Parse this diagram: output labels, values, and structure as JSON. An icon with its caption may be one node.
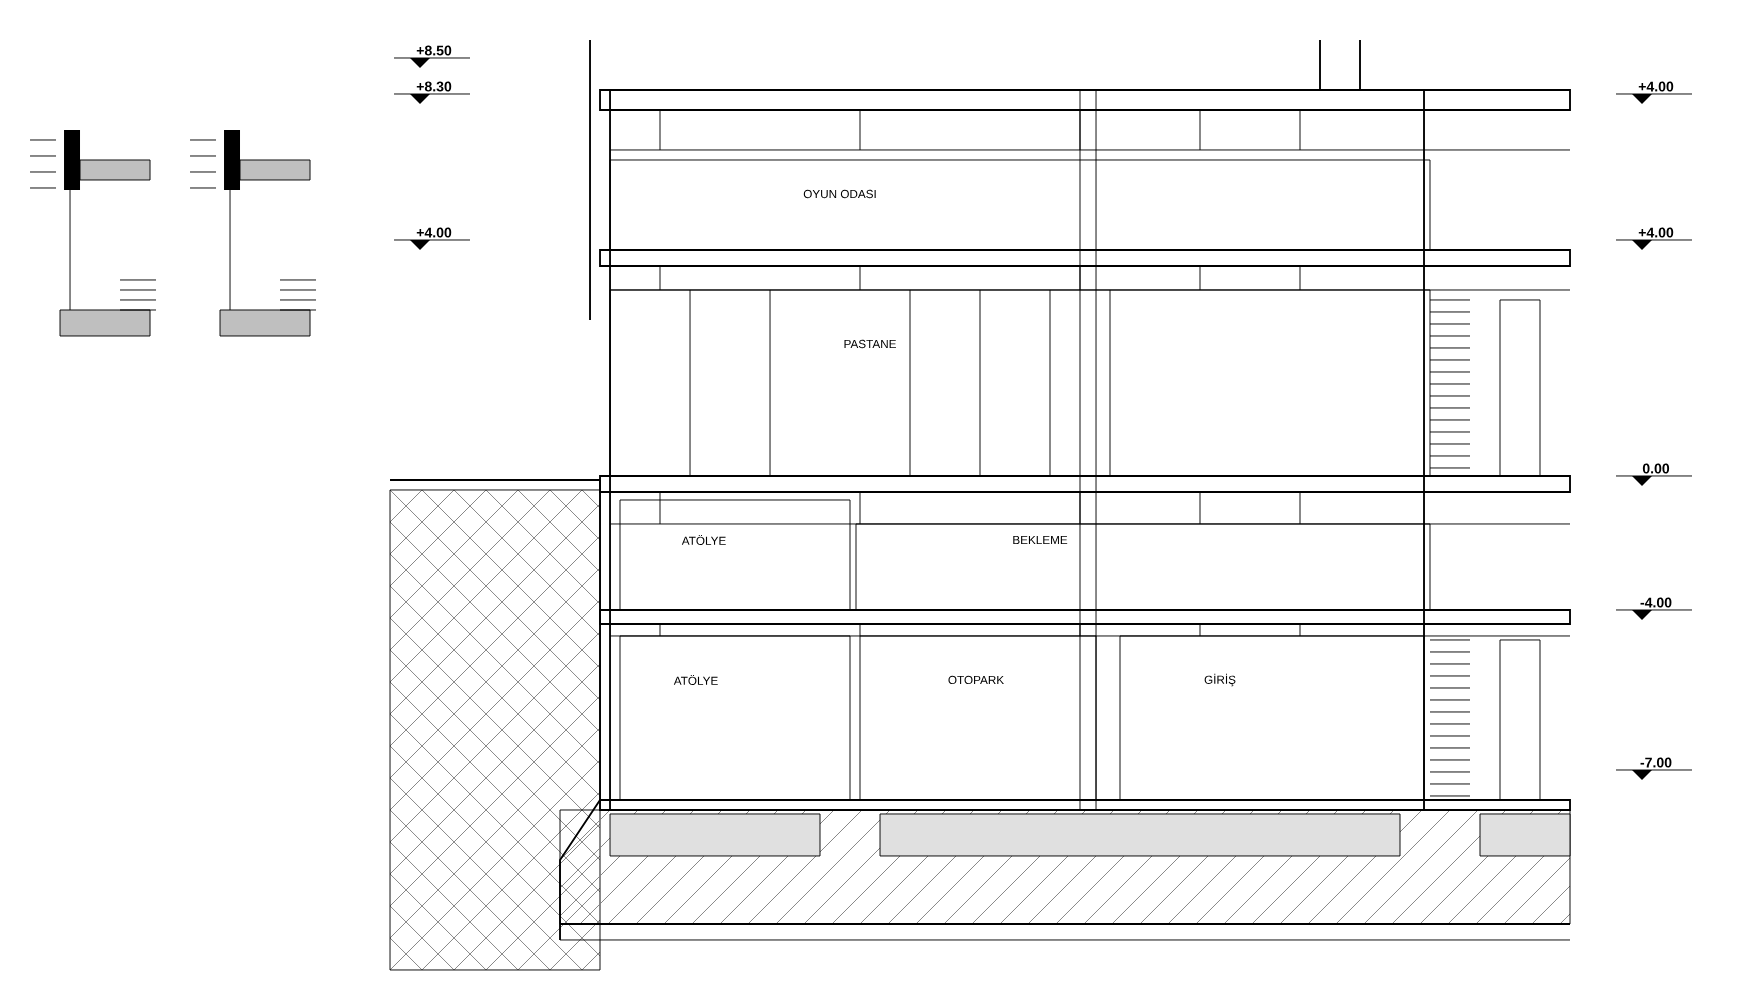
{
  "diagram": {
    "nodes": [
      {
        "text": [
          "OYUN ODASI"
        ]
      },
      {
        "text": [
          "PASTANE"
        ]
      },
      {
        "text": [
          "ATÖLYE"
        ]
      },
      {
        "text": [
          "BEKLEME"
        ]
      },
      {
        "text": [
          "ATÖLYE"
        ]
      },
      {
        "text": [
          "OTOPARK"
        ]
      },
      {
        "text": [
          "GİRİŞ"
        ]
      }
    ],
    "edges": [],
    "labels": [
      "+8.50",
      "+8.30",
      "+4.00",
      "+4.00",
      "+4.00",
      "0.00",
      "-4.00",
      "-7.00"
    ]
  }
}
